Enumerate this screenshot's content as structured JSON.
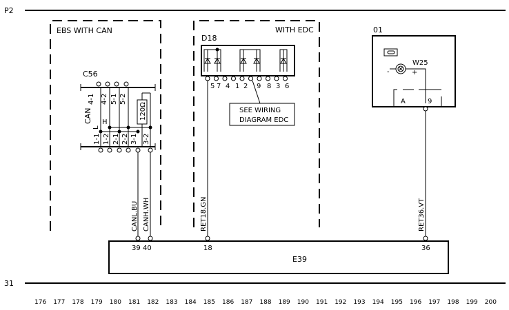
{
  "rails": {
    "top": "P2",
    "bottom": "31"
  },
  "columns": [
    "176",
    "177",
    "178",
    "179",
    "180",
    "181",
    "182",
    "183",
    "184",
    "185",
    "186",
    "187",
    "188",
    "189",
    "190",
    "191",
    "192",
    "193",
    "194",
    "195",
    "196",
    "197",
    "198",
    "199",
    "200"
  ],
  "ebs_box": {
    "label": "EBS WITH CAN"
  },
  "c56": {
    "label": "C56",
    "bus_label": "CAN",
    "h_label": "H",
    "l_label": "L",
    "top_pins": [
      "4-1",
      "4-2",
      "5-1",
      "5-2"
    ],
    "bottom_pins": [
      "1-1",
      "1-2",
      "2-1",
      "2-2",
      "3-1",
      "3-2"
    ],
    "resistor": "120Ω"
  },
  "edc_box": {
    "label": "WITH EDC"
  },
  "d18": {
    "label": "D18",
    "pins": [
      "5",
      "7",
      "4",
      "1",
      "2",
      "9",
      "8",
      "3",
      "6"
    ],
    "note_line1": "SEE WIRING",
    "note_line2": "DIAGRAM EDC"
  },
  "o1": {
    "label": "01",
    "lamp": "W25",
    "minus": "-",
    "plus": "+",
    "pin_a": "A",
    "pin_9": "9"
  },
  "wires": [
    {
      "label": "CANL.BU",
      "pin": "39"
    },
    {
      "label": "CANH.WH",
      "pin": "40"
    },
    {
      "label": "RET18.GN",
      "pin": "18"
    },
    {
      "label": "RET36.VT",
      "pin": "36"
    }
  ],
  "e39": {
    "label": "E39"
  }
}
